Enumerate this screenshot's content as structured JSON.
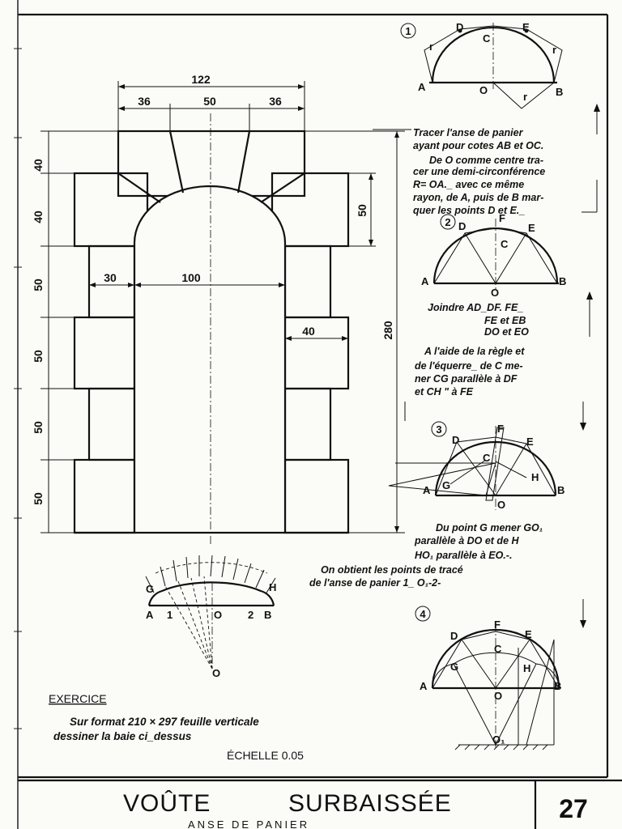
{
  "elevation": {
    "dims": {
      "total_width": "122",
      "left_part": "36",
      "middle_part": "50",
      "right_part": "36",
      "side_40a": "40",
      "side_40b": "40",
      "side_50a": "50",
      "side_50b": "50",
      "side_50c": "50",
      "side_50d": "50",
      "right_50": "50",
      "height_280": "280",
      "jamb_30": "30",
      "opening_100": "100",
      "block_40": "40"
    }
  },
  "figure1": {
    "number": "1",
    "points": {
      "a": "A",
      "b": "B",
      "o": "O",
      "c": "C",
      "d": "D",
      "e": "E",
      "r1": "r",
      "r2": "r",
      "r3": "r"
    },
    "instructions": [
      "Tracer l'anse de panier",
      "ayant pour cotes AB et OC.",
      "De O comme centre tra-",
      "cer une demi-circonférence",
      "R= OA._ avec ce même",
      "rayon, de A, puis de B mar-",
      "quer les points D et E._"
    ]
  },
  "figure2": {
    "number": "2",
    "points": {
      "a": "A",
      "b": "B",
      "o": "O",
      "c": "C",
      "d": "D",
      "e": "E",
      "f": "F"
    },
    "instructions": [
      "Joindre AD_DF. FE_",
      "FE et EB",
      "DO et EO",
      "A l'aide de la règle et",
      "de l'équerre_ de C me-",
      "ner CG parallèle à DF",
      "et CH      \"      à FE"
    ]
  },
  "figure3": {
    "number": "3",
    "points": {
      "a": "A",
      "b": "B",
      "o": "O",
      "c": "C",
      "d": "D",
      "e": "E",
      "f": "F",
      "g": "G",
      "h": "H"
    },
    "instructions": [
      "Du point G mener GO₁",
      "parallèle à DO et de H",
      "HO₁ parallèle à EO.-.",
      "On obtient     les      points de tracé",
      "de l'anse de panier 1_ O₁-2-"
    ]
  },
  "figure4": {
    "number": "4",
    "points": {
      "a": "A",
      "b": "B",
      "o": "O",
      "c": "C",
      "d": "D",
      "e": "E",
      "f": "F",
      "g": "G",
      "h": "H",
      "o1": "O₁"
    }
  },
  "voussoir": {
    "points": {
      "a": "A",
      "one": "1",
      "o": "O",
      "two": "2",
      "b": "B",
      "g": "G",
      "h": "H",
      "center": "O"
    }
  },
  "exercise": {
    "title": "EXERCICE",
    "line1": "Sur format 210 × 297  feuille verticale",
    "line2": "dessiner la baie ci_dessus",
    "scale": "ÉCHELLE  0.05"
  },
  "title_block": {
    "title_word1": "VOÛTE",
    "title_word2": "SURBAISSÉE",
    "subtitle": "ANSE DE PANIER",
    "page_number": "27"
  }
}
